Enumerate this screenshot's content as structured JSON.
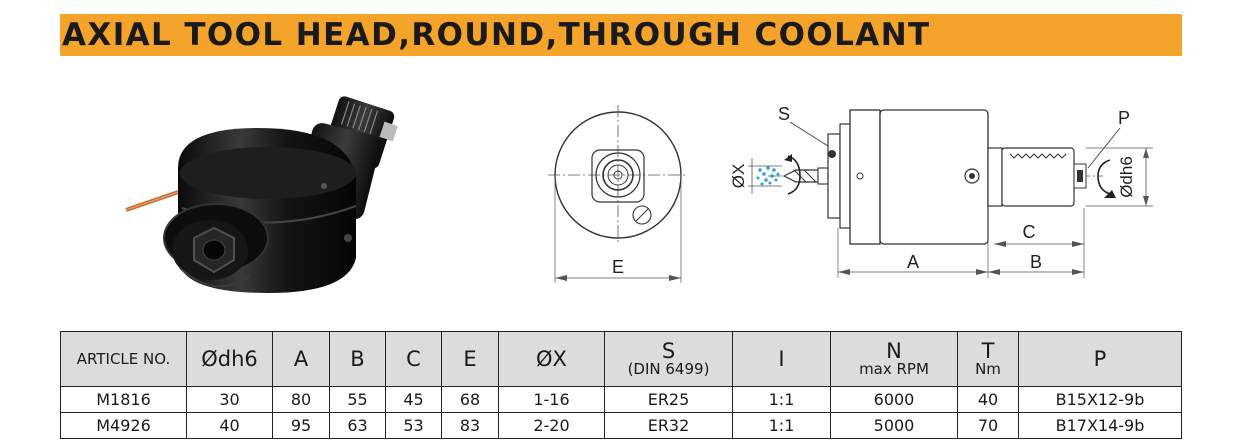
{
  "title": "AXIAL TOOL HEAD,ROUND,THROUGH COOLANT",
  "colors": {
    "accent": "#f4a32b",
    "header_bg": "#dcdcdc",
    "coolant": "#29a3d8"
  },
  "drawing_labels": {
    "e": "E",
    "s": "S",
    "p": "P",
    "ox": "ØX",
    "odh6": "Ødh6",
    "a": "A",
    "b": "B",
    "c": "C"
  },
  "table": {
    "headers": [
      {
        "main": "ARTICLE NO.",
        "sub": ""
      },
      {
        "main": "Ødh6",
        "sub": ""
      },
      {
        "main": "A",
        "sub": ""
      },
      {
        "main": "B",
        "sub": ""
      },
      {
        "main": "C",
        "sub": ""
      },
      {
        "main": "E",
        "sub": ""
      },
      {
        "main": "ØX",
        "sub": ""
      },
      {
        "main": "S",
        "sub": "(DIN 6499)"
      },
      {
        "main": "I",
        "sub": ""
      },
      {
        "main": "N",
        "sub": "max RPM"
      },
      {
        "main": "T",
        "sub": "Nm"
      },
      {
        "main": "P",
        "sub": ""
      }
    ],
    "rows": [
      [
        "M1816",
        "30",
        "80",
        "55",
        "45",
        "68",
        "1-16",
        "ER25",
        "1:1",
        "6000",
        "40",
        "B15X12-9b"
      ],
      [
        "M4926",
        "40",
        "95",
        "63",
        "53",
        "83",
        "2-20",
        "ER32",
        "1:1",
        "5000",
        "70",
        "B17X14-9b"
      ]
    ]
  }
}
